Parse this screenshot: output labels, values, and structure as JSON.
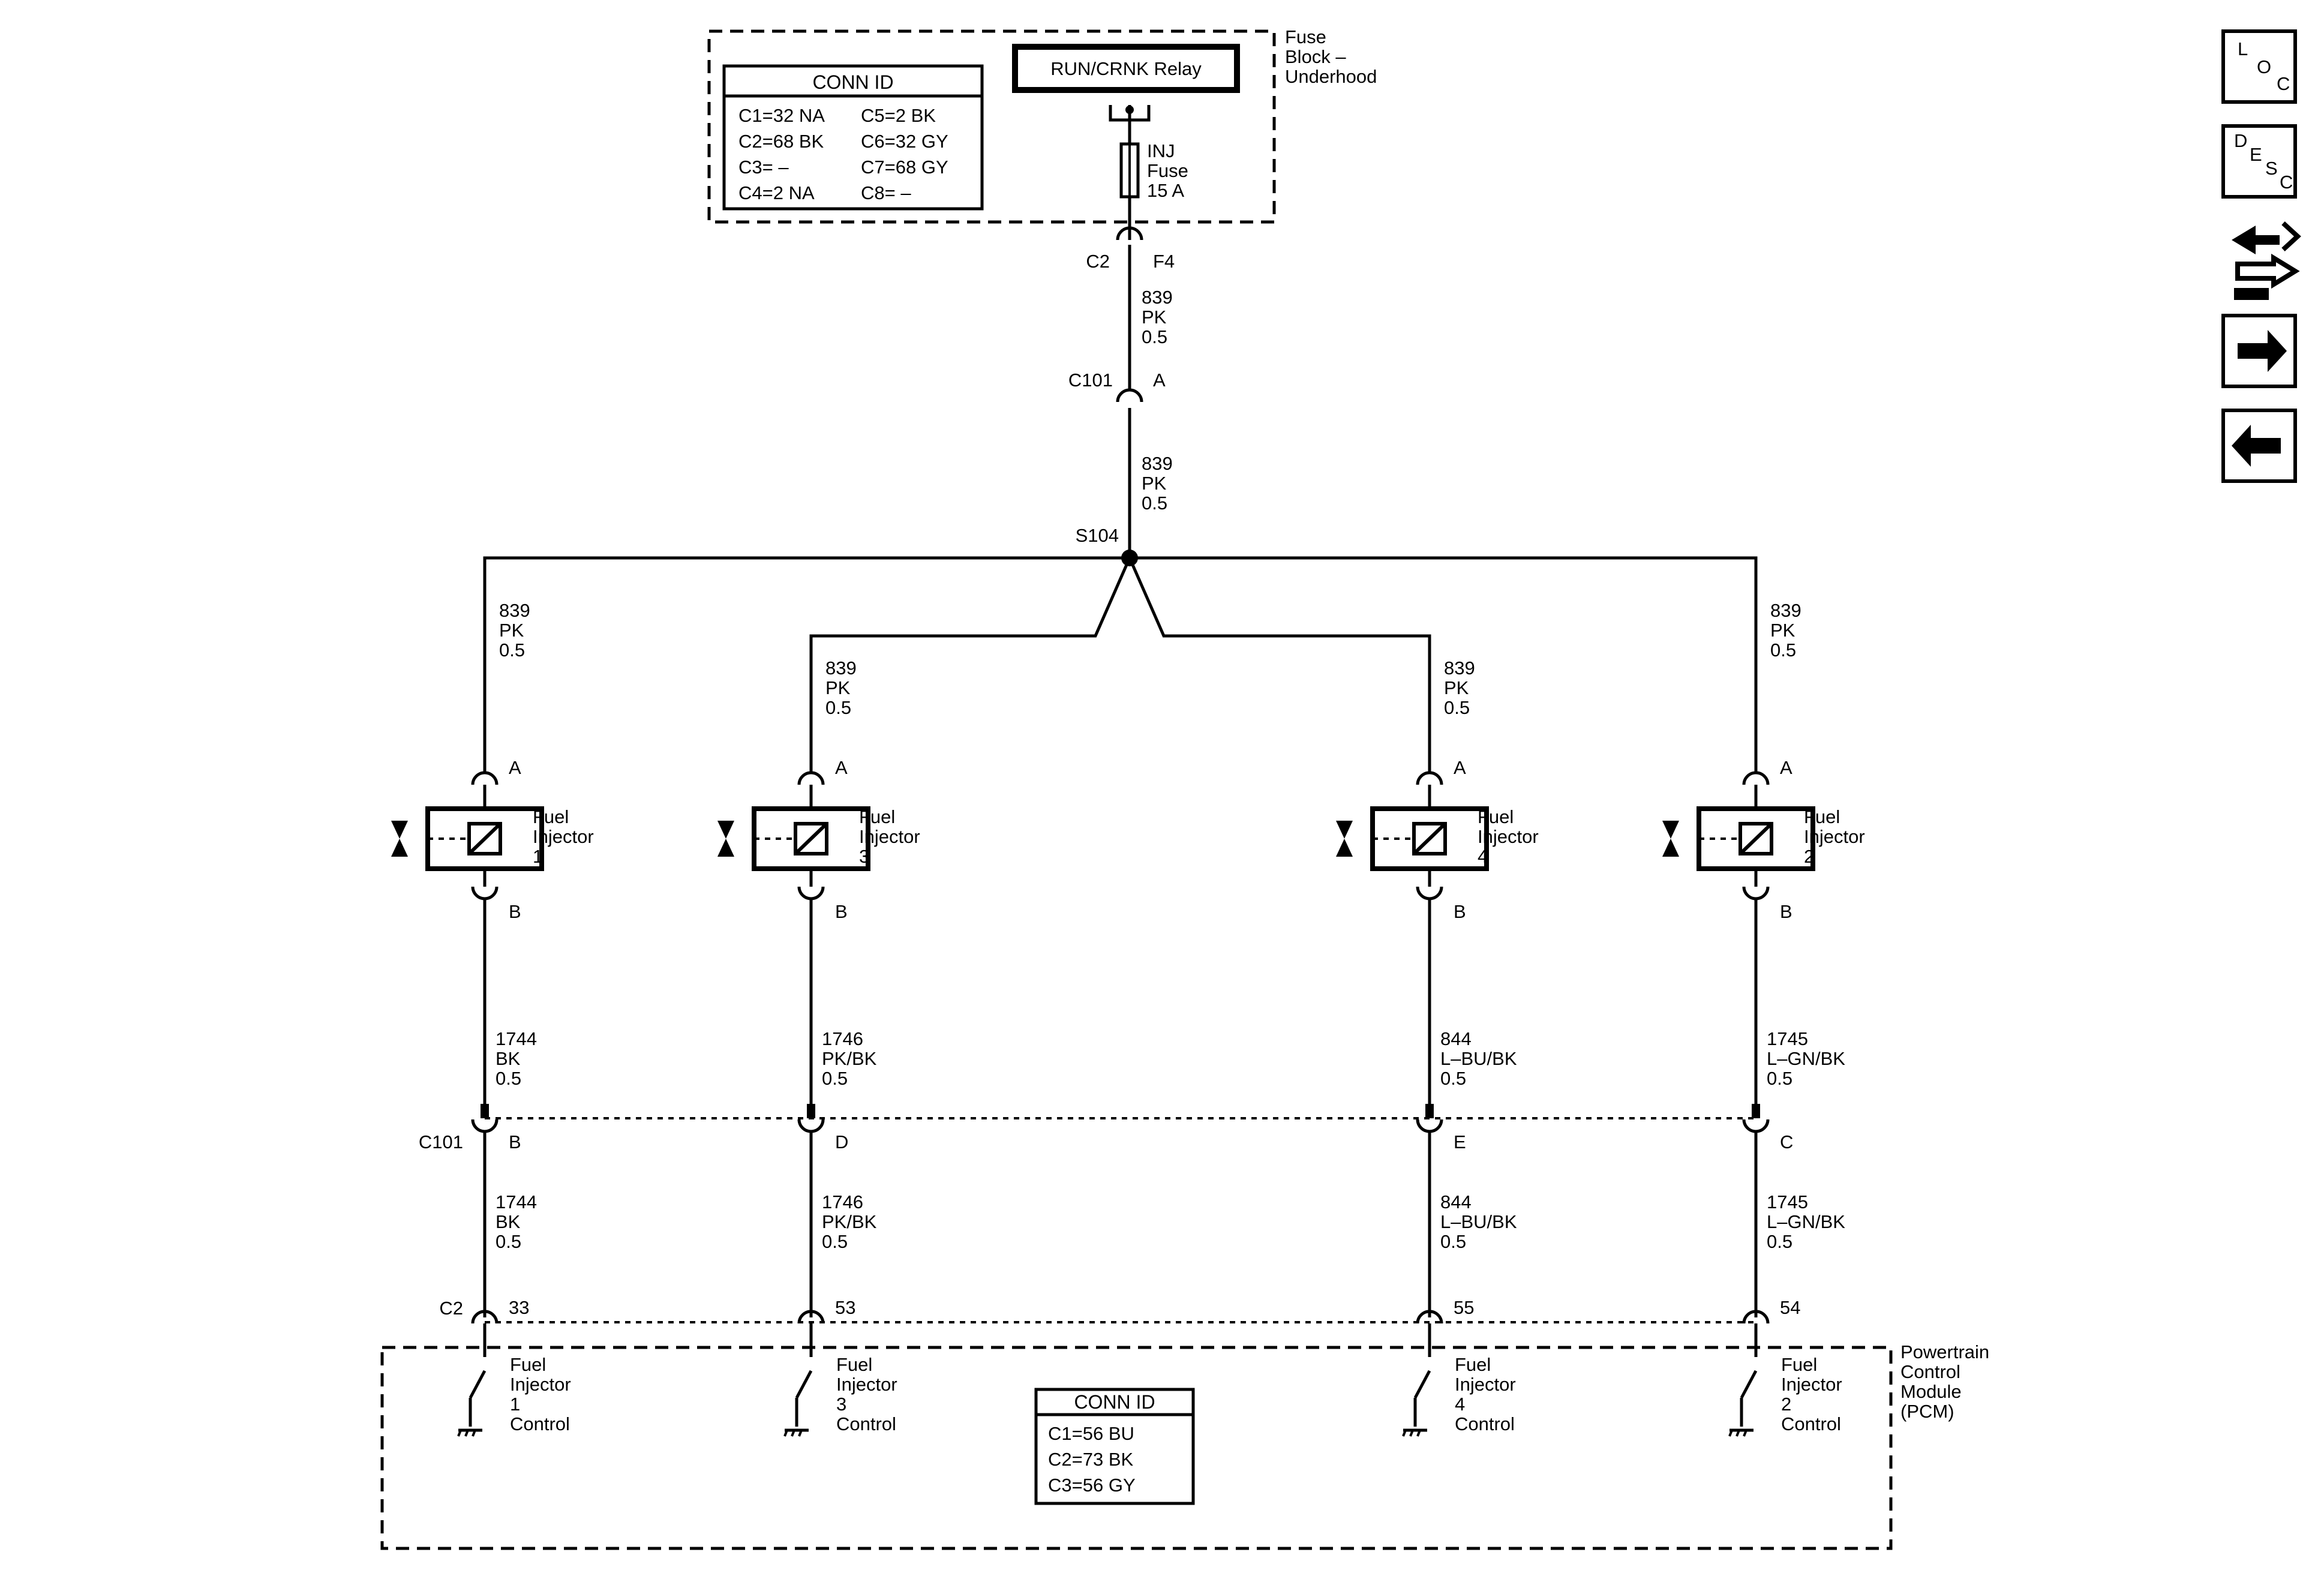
{
  "fuse_block": {
    "label": [
      "Fuse",
      "Block –",
      "Underhood"
    ],
    "conn_id_title": "CONN ID",
    "conn_ids_left": [
      "C1=32 NA",
      "C2=68 BK",
      "C3= –",
      "C4=2 NA"
    ],
    "conn_ids_right": [
      "C5=2 BK",
      "C6=32 GY",
      "C7=68 GY",
      "C8= –"
    ],
    "relay": "RUN/CRNK Relay",
    "fuse": [
      "INJ",
      "Fuse",
      "15 A"
    ],
    "out_conn": "C2",
    "out_pin": "F4"
  },
  "main_wire": [
    "839",
    "PK",
    "0.5"
  ],
  "c101_top": {
    "conn": "C101",
    "pin": "A"
  },
  "splice": "S104",
  "injectors": [
    {
      "label": [
        "Fuel",
        "Injector",
        "1"
      ],
      "feed": [
        "839",
        "PK",
        "0.5"
      ],
      "pin_a": "A",
      "pin_b": "B",
      "ctrl_wire": [
        "1744",
        "BK",
        "0.5"
      ],
      "c101_pin": "B",
      "pcm_pin": "33",
      "pcm_label": [
        "Fuel",
        "Injector",
        "1",
        "Control"
      ]
    },
    {
      "label": [
        "Fuel",
        "Injector",
        "3"
      ],
      "feed": [
        "839",
        "PK",
        "0.5"
      ],
      "pin_a": "A",
      "pin_b": "B",
      "ctrl_wire": [
        "1746",
        "PK/BK",
        "0.5"
      ],
      "c101_pin": "D",
      "pcm_pin": "53",
      "pcm_label": [
        "Fuel",
        "Injector",
        "3",
        "Control"
      ]
    },
    {
      "label": [
        "Fuel",
        "Injector",
        "4"
      ],
      "feed": [
        "839",
        "PK",
        "0.5"
      ],
      "pin_a": "A",
      "pin_b": "B",
      "ctrl_wire": [
        "844",
        "L–BU/BK",
        "0.5"
      ],
      "c101_pin": "E",
      "pcm_pin": "55",
      "pcm_label": [
        "Fuel",
        "Injector",
        "4",
        "Control"
      ]
    },
    {
      "label": [
        "Fuel",
        "Injector",
        "2"
      ],
      "feed": [
        "839",
        "PK",
        "0.5"
      ],
      "pin_a": "A",
      "pin_b": "B",
      "ctrl_wire": [
        "1745",
        "L–GN/BK",
        "0.5"
      ],
      "c101_pin": "C",
      "pcm_pin": "54",
      "pcm_label": [
        "Fuel",
        "Injector",
        "2",
        "Control"
      ]
    }
  ],
  "c101_bottom_label": "C101",
  "pcm_conn_label": "C2",
  "pcm": {
    "label": [
      "Powertrain",
      "Control",
      "Module",
      "(PCM)"
    ],
    "conn_id_title": "CONN ID",
    "conn_ids": [
      "C1=56 BU",
      "C2=73 BK",
      "C3=56 GY"
    ]
  },
  "nav": {
    "loc": [
      "L",
      "O",
      "C"
    ],
    "desc": [
      "D",
      "E",
      "S",
      "C"
    ],
    "icons": [
      "schematic-swap-icon",
      "arrow-right-icon",
      "arrow-left-icon"
    ]
  }
}
